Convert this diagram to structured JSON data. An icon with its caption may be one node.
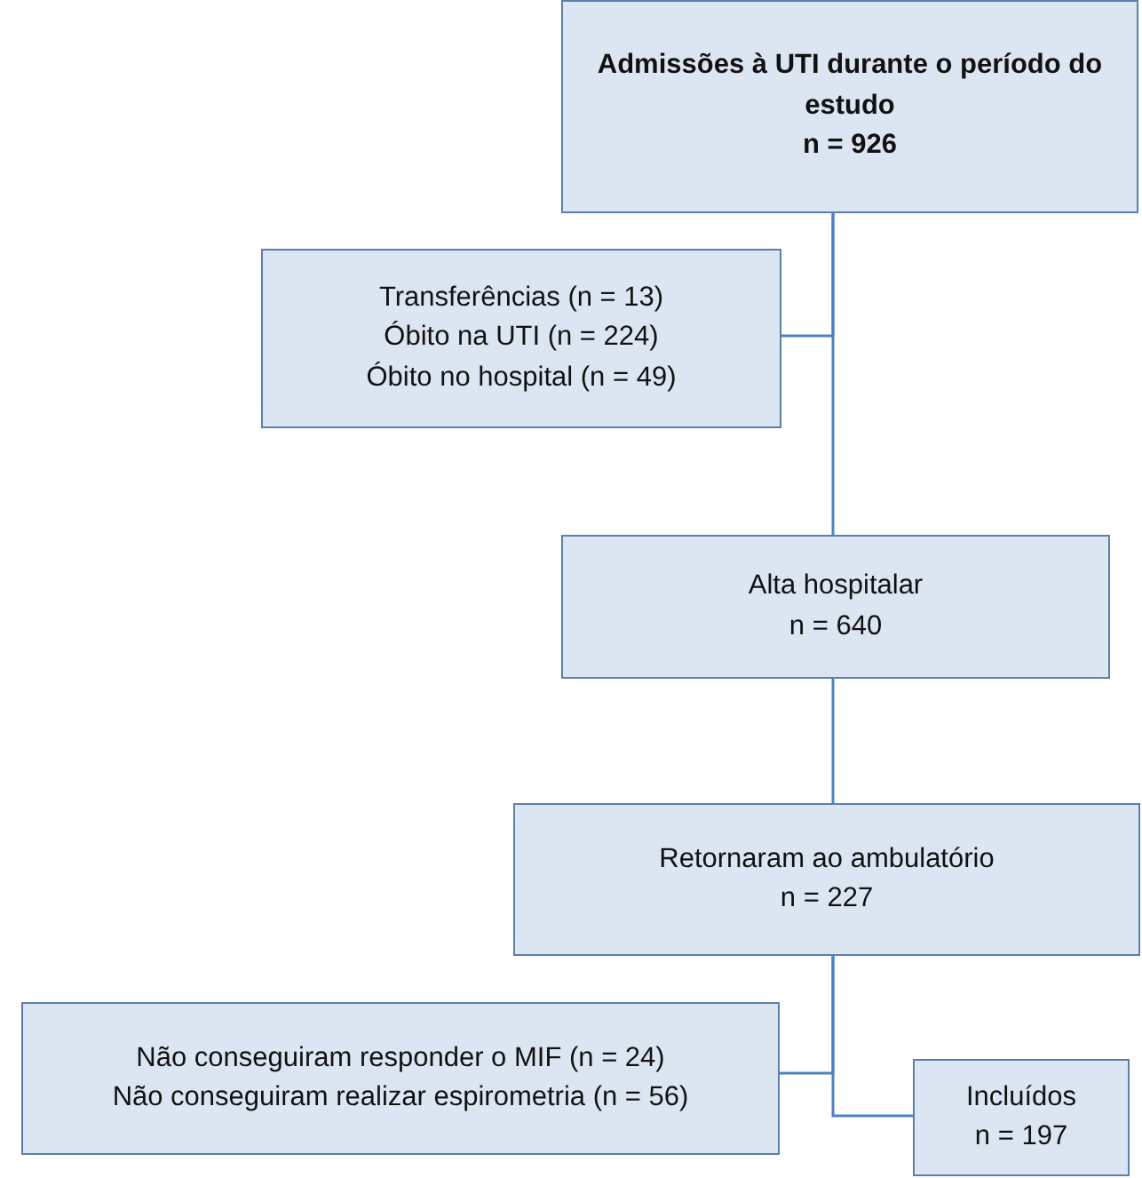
{
  "diagram": {
    "nodes": [
      {
        "text": [
          "Admissões à UTI durante o período do estudo",
          "n = 926"
        ]
      },
      {
        "text": [
          "Transferências (n = 13)",
          "Óbito na UTI (n = 224)",
          "Óbito no hospital (n = 49)"
        ]
      },
      {
        "text": [
          "Alta hospitalar",
          "n = 640"
        ]
      },
      {
        "text": [
          "Retornaram ao ambulatório",
          "n = 227"
        ]
      },
      {
        "text": [
          "Não conseguiram responder o MIF (n = 24)",
          "Não conseguiram realizar espirometria (n = 56)"
        ]
      },
      {
        "text": [
          "Incluídos",
          "n = 197"
        ]
      }
    ],
    "edges": [
      {
        "from": 0,
        "to": 1,
        "arrow": "none"
      },
      {
        "from": 0,
        "to": 2,
        "arrow": "none"
      },
      {
        "from": 2,
        "to": 3,
        "arrow": "none"
      },
      {
        "from": 3,
        "to": 4,
        "arrow": "none"
      },
      {
        "from": 3,
        "to": 5,
        "arrow": "none"
      }
    ]
  }
}
